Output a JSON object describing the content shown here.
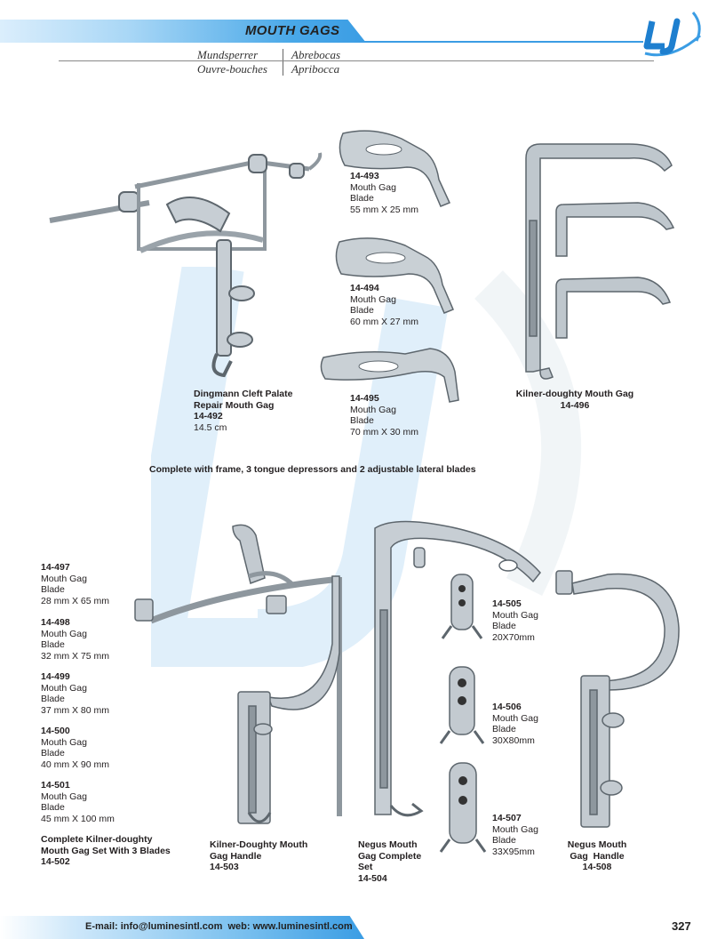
{
  "header": {
    "title": "MOUTH GAGS",
    "translations": {
      "de": "Mundsperrer",
      "fr": "Ouvre-bouches",
      "pt": "Abrebocas",
      "it": "Apribocca"
    }
  },
  "logo": {
    "text": "LI"
  },
  "products": {
    "p492": {
      "name1": "Dingmann Cleft Palate",
      "name2": "Repair Mouth Gag",
      "code": "14-492",
      "size": "14.5 cm"
    },
    "p493": {
      "code": "14-493",
      "line1": "Mouth Gag",
      "line2": "Blade",
      "size": "55 mm X 25 mm"
    },
    "p494": {
      "code": "14-494",
      "line1": "Mouth Gag",
      "line2": "Blade",
      "size": "60 mm X 27 mm"
    },
    "p495": {
      "code": "14-495",
      "line1": "Mouth Gag",
      "line2": "Blade",
      "size": "70 mm X 30 mm"
    },
    "p496": {
      "name": "Kilner-doughty Mouth Gag",
      "code": "14-496"
    },
    "p497": {
      "code": "14-497",
      "line1": "Mouth Gag",
      "line2": "Blade",
      "size": "28 mm X 65 mm"
    },
    "p498": {
      "code": "14-498",
      "line1": "Mouth Gag",
      "line2": "Blade",
      "size": "32 mm X 75 mm"
    },
    "p499": {
      "code": "14-499",
      "line1": "Mouth Gag",
      "line2": "Blade",
      "size": "37 mm X 80 mm"
    },
    "p500": {
      "code": "14-500",
      "line1": "Mouth Gag",
      "line2": "Blade",
      "size": "40 mm X 90 mm"
    },
    "p501": {
      "code": "14-501",
      "line1": "Mouth Gag",
      "line2": "Blade",
      "size": "45 mm X 100 mm"
    },
    "p502": {
      "name1": "Complete Kilner-doughty",
      "name2": "Mouth Gag Set With 3 Blades",
      "code": "14-502"
    },
    "p503": {
      "name1": "Kilner-Doughty Mouth",
      "name2": "Gag Handle",
      "code": "14-503"
    },
    "p504": {
      "name1": "Negus Mouth",
      "name2": "Gag Complete",
      "name3": "Set",
      "code": "14-504"
    },
    "p505": {
      "code": "14-505",
      "line1": "Mouth Gag",
      "line2": "Blade",
      "size": "20X70mm"
    },
    "p506": {
      "code": "14-506",
      "line1": "Mouth Gag",
      "line2": "Blade",
      "size": "30X80mm"
    },
    "p507": {
      "code": "14-507",
      "line1": "Mouth Gag",
      "line2": "Blade",
      "size": "33X95mm"
    },
    "p508": {
      "name1": "Negus Mouth",
      "name2": "Gag  Handle",
      "code": "14-508"
    }
  },
  "note": "Complete with frame, 3 tongue depressors and 2 adjustable lateral blades",
  "footer": {
    "contact": "E-mail: info@luminesintl.com  web: www.luminesintl.com",
    "page_number": "327"
  },
  "colors": {
    "accent": "#3b9de4",
    "steel": "#9aa3aa"
  }
}
